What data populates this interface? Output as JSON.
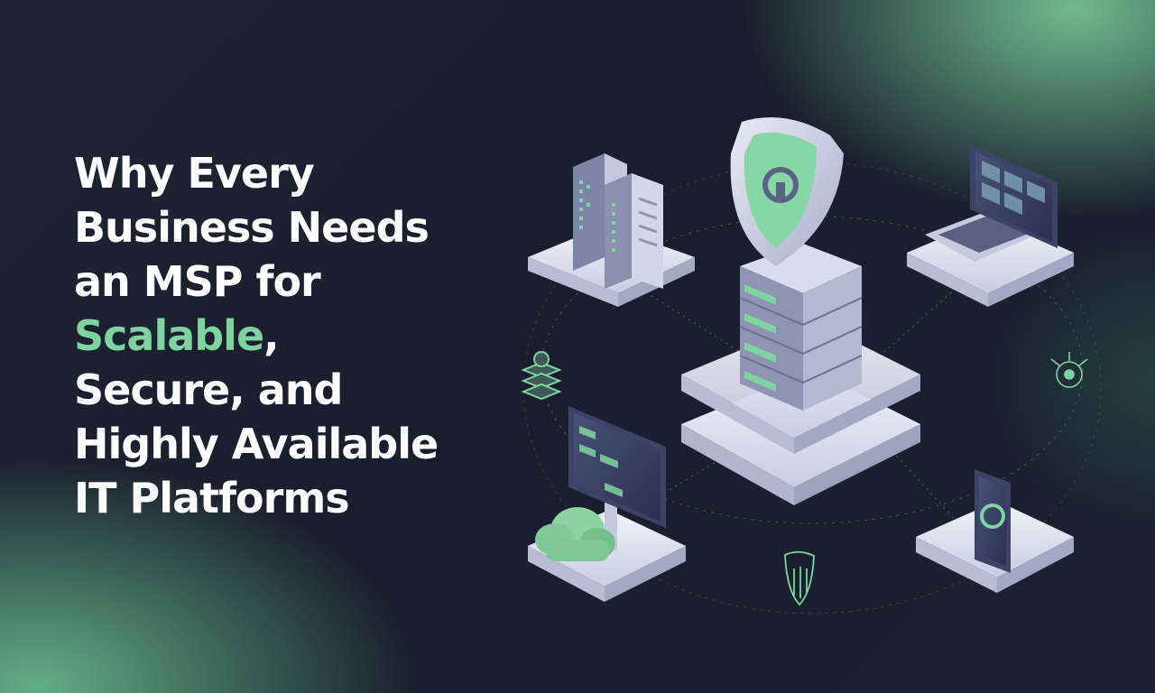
{
  "headline": {
    "line1": "Why Every",
    "line2": "Business Needs",
    "line3": "an MSP for",
    "line4_accent": "Scalable",
    "line4_rest": ",",
    "line5": "Secure, and",
    "line6": "Highly Available",
    "line7": "IT Platforms"
  },
  "colors": {
    "background": "#1e2230",
    "accent_green": "#7fd3a0",
    "text": "#ffffff",
    "platform": "#e6e8f2"
  },
  "icons": [
    "server-rack-icon",
    "shield-lock-icon",
    "laptop-icon",
    "monitor-icon",
    "cloud-icon",
    "smartphone-icon",
    "database-stack-icon",
    "network-node-icon",
    "shield-small-icon"
  ]
}
